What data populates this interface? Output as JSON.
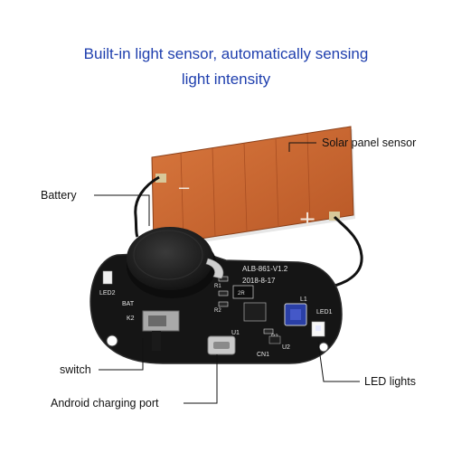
{
  "headline": {
    "line1": "Built-in light sensor, automatically sensing",
    "line2": "light intensity"
  },
  "callouts": {
    "solar": "Solar panel sensor",
    "battery": "Battery",
    "switch": "switch",
    "port": "Android charging port",
    "led": "LED lights"
  },
  "board_marks": {
    "model": "ALB-861-V1.2",
    "date": "2018-8-17",
    "led1": "LED1",
    "led2": "LED2",
    "l1": "L1",
    "u1": "U1",
    "u2": "U2",
    "cn1": "CN1",
    "bat": "BAT",
    "k2": "K2",
    "r1": "R1",
    "r2": "R2",
    "r3": "R3",
    "minus": "−",
    "plus": "+",
    "chip": "2R"
  },
  "colors": {
    "headline": "#1f3fae",
    "solar_panel": "#c9642e",
    "pcb": "#111111",
    "inductor": "#2a3fa6",
    "copper": "#d8c89a"
  }
}
